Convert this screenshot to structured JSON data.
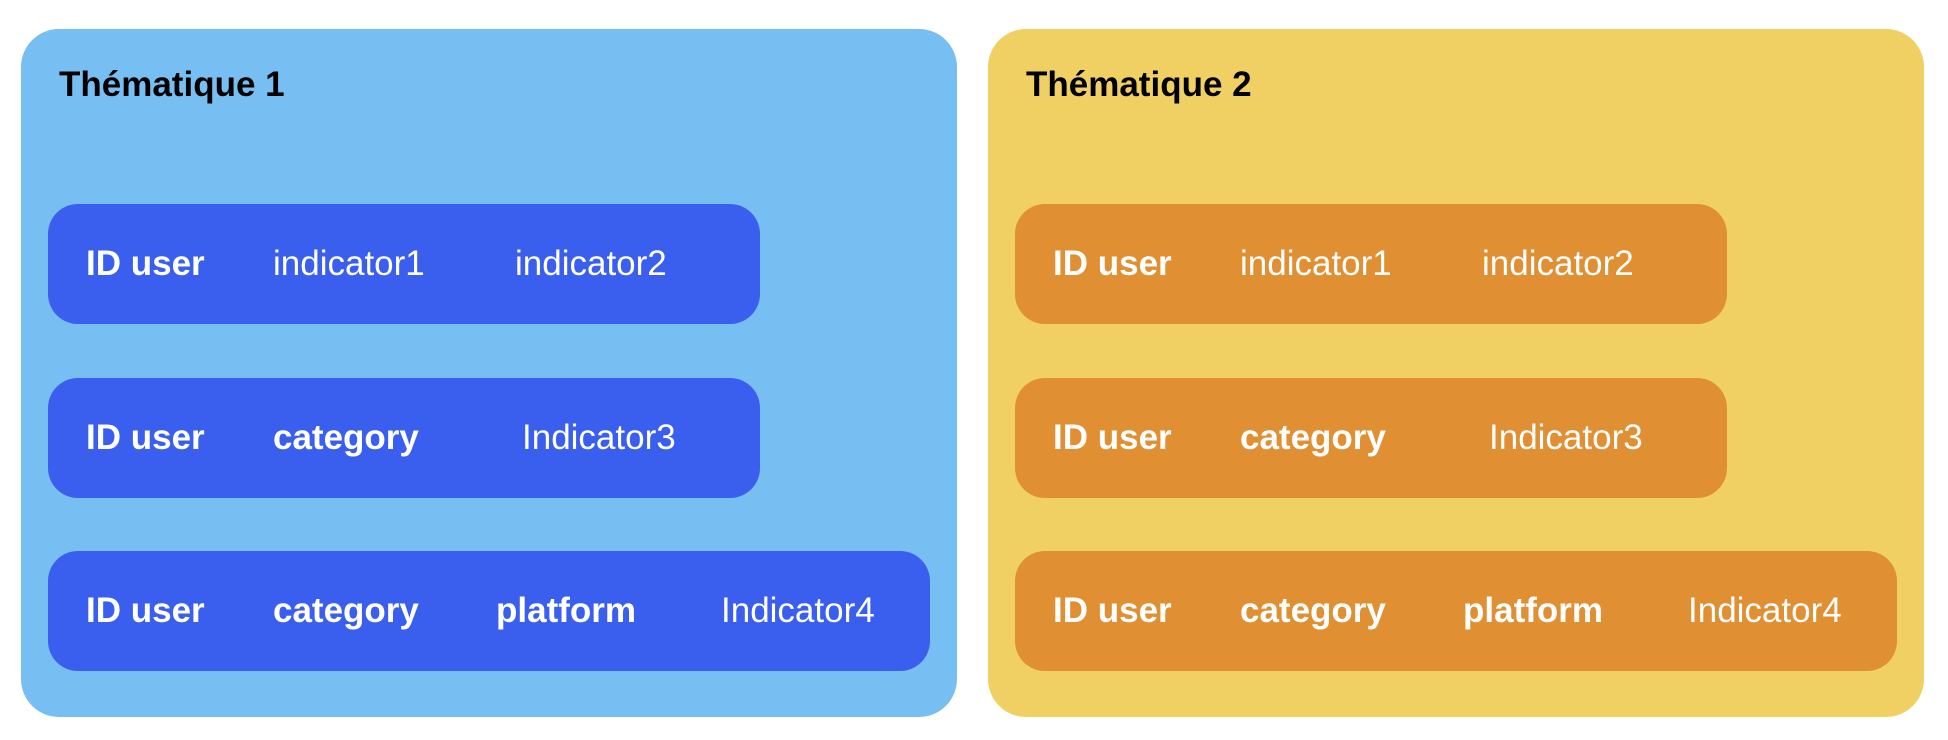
{
  "colors": {
    "panel1_bg": "#77BFF2",
    "panel1_row": "#3A5FEE",
    "panel2_bg": "#F0D062",
    "panel2_row": "#E08F33",
    "text_light": "#FFFFFF",
    "title_text": "#000000"
  },
  "panels": [
    {
      "title": "Thématique 1",
      "rows": [
        {
          "cells": [
            "ID user",
            "indicator1",
            "indicator2"
          ]
        },
        {
          "cells": [
            "ID user",
            "category",
            "Indicator3"
          ]
        },
        {
          "cells": [
            "ID user",
            "category",
            "platform",
            "Indicator4"
          ]
        }
      ]
    },
    {
      "title": "Thématique 2",
      "rows": [
        {
          "cells": [
            "ID user",
            "indicator1",
            "indicator2"
          ]
        },
        {
          "cells": [
            "ID user",
            "category",
            "Indicator3"
          ]
        },
        {
          "cells": [
            "ID user",
            "category",
            "platform",
            "Indicator4"
          ]
        }
      ]
    }
  ]
}
